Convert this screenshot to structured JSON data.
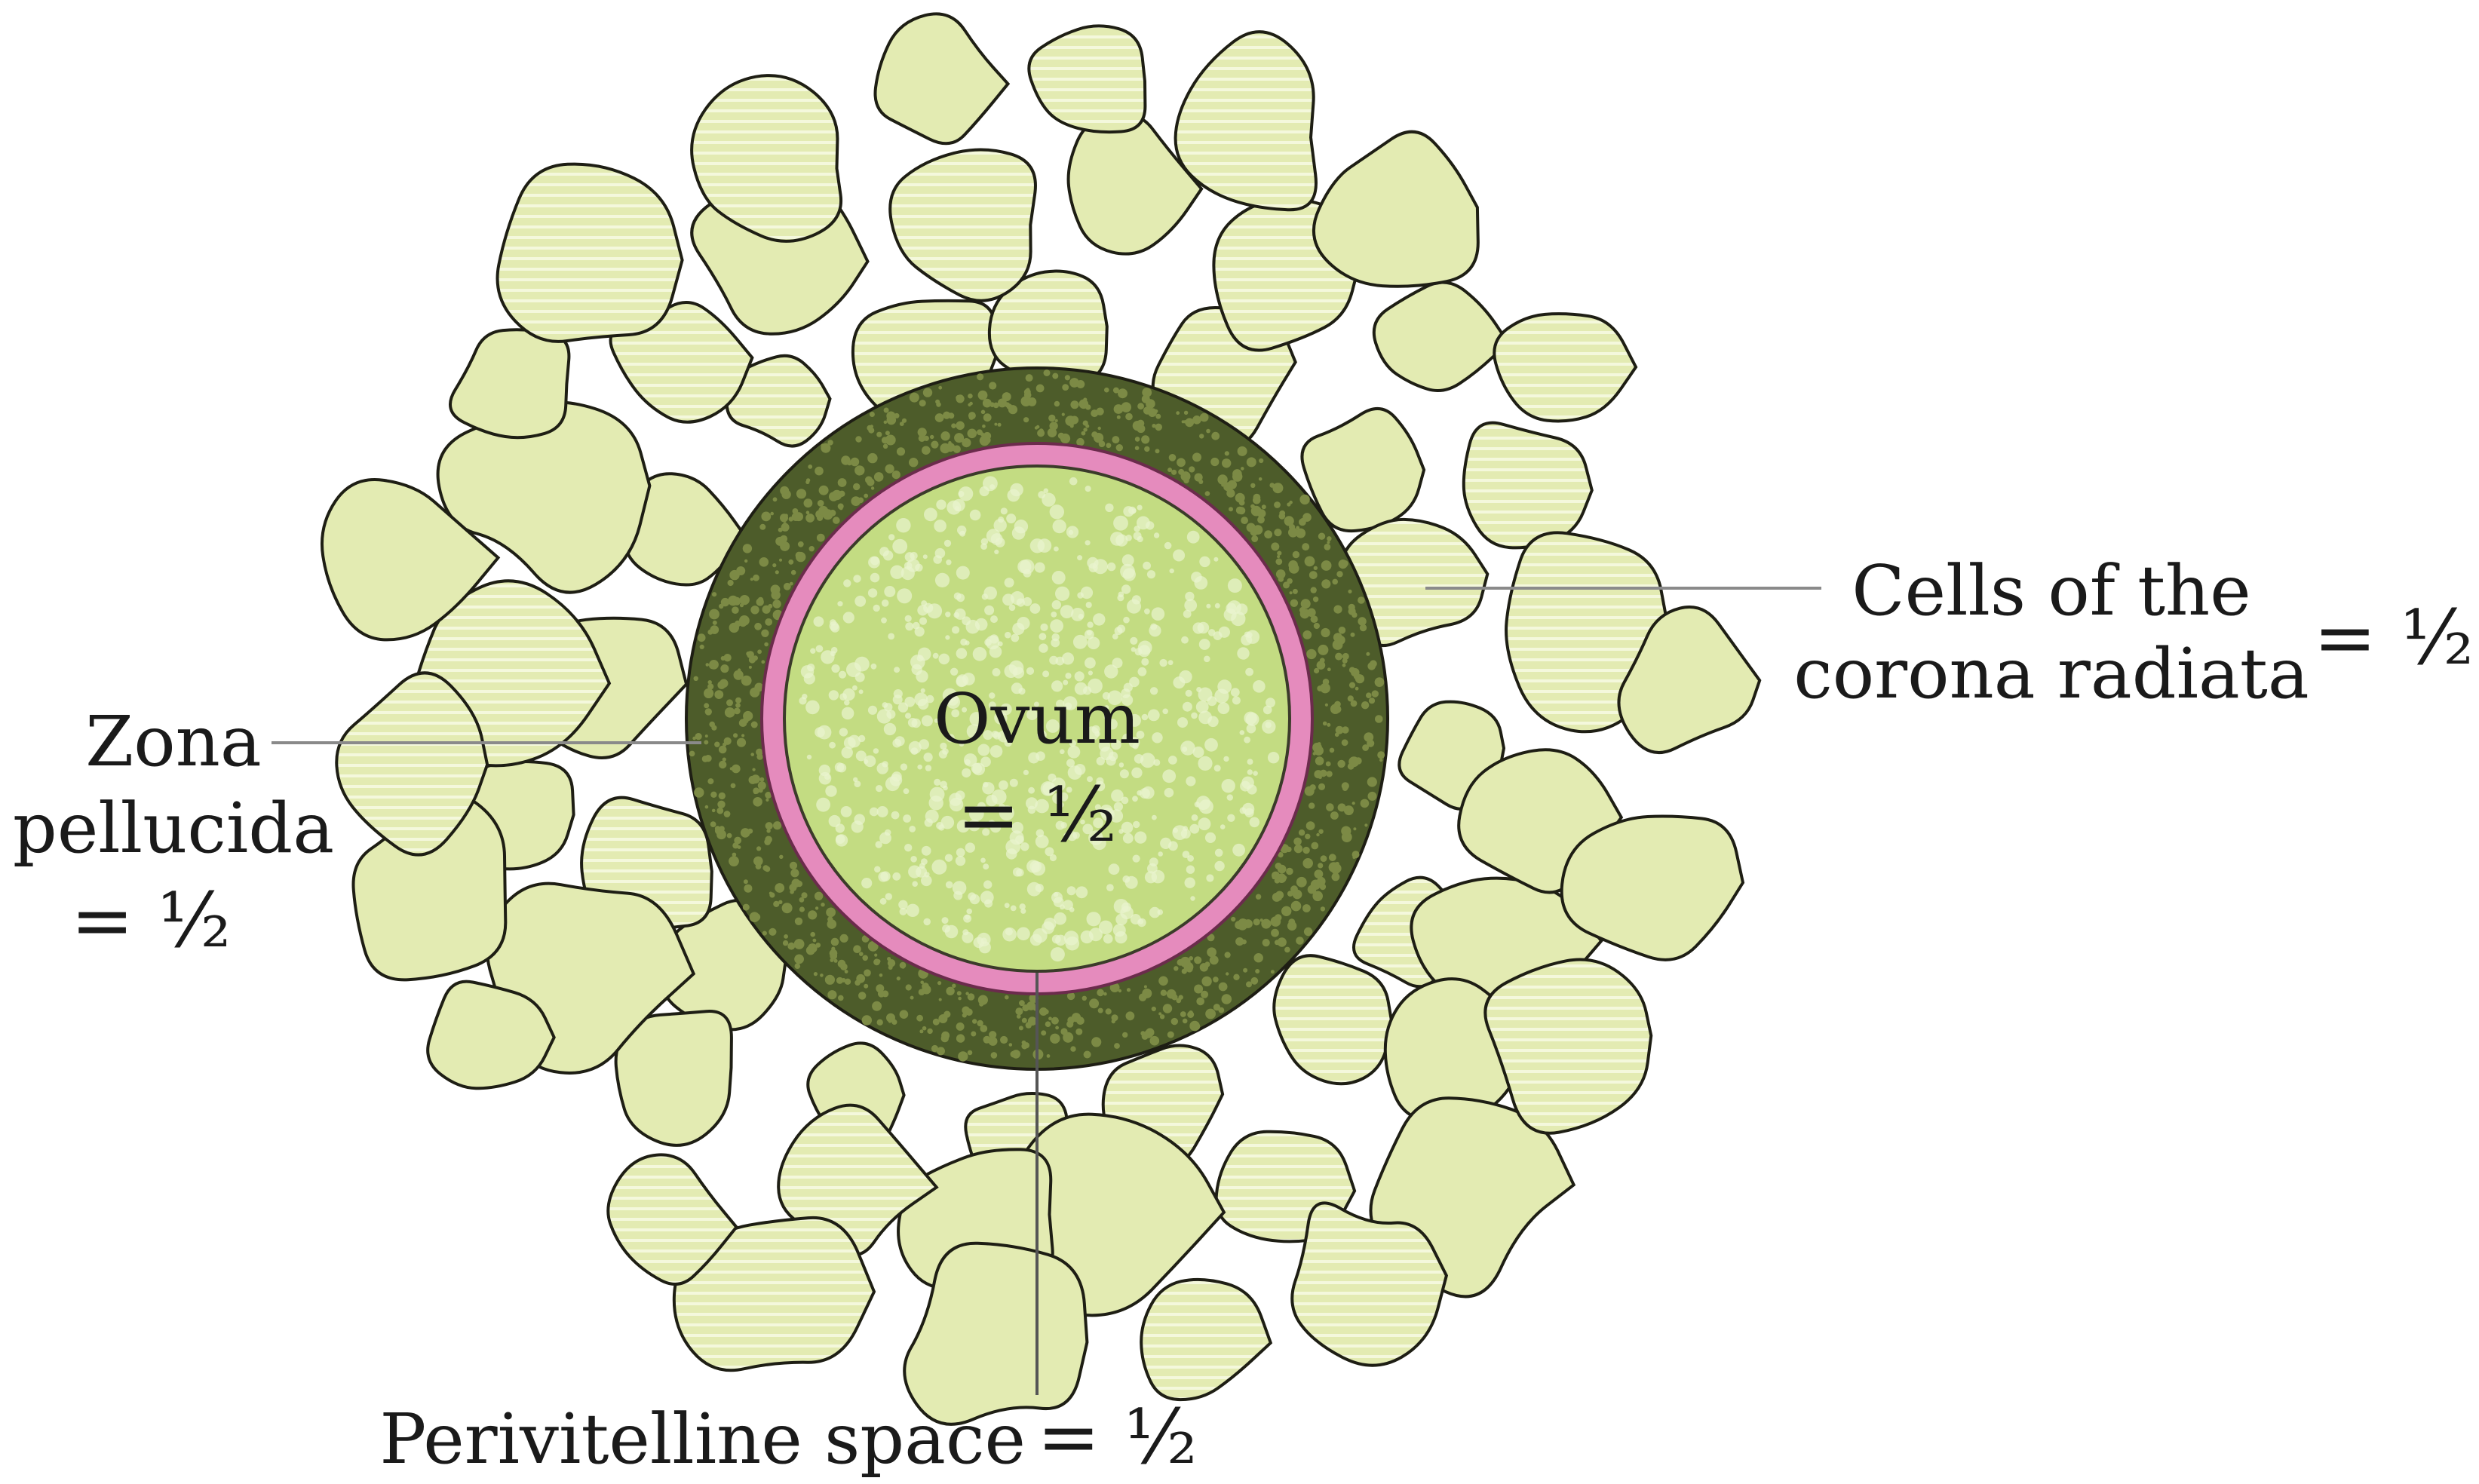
{
  "diagram": {
    "labels": {
      "ovum": {
        "name": "Ovum",
        "mark": "= ½"
      },
      "zona": {
        "line1": "Zona",
        "line2": "pellucida",
        "mark": "= ½"
      },
      "corona": {
        "line1": "Cells of the",
        "line2": "corona radiata",
        "mark": "= ½"
      },
      "perivitelline": {
        "name": "Perivitelline space",
        "mark": "= ½"
      }
    },
    "colors": {
      "corona_cell_fill": "#e3ebb2",
      "corona_cell_stroke": "#1e1e14",
      "zona_fill": "#4d5c2a",
      "zona_speckle": "#7c8a45",
      "perivitelline_ring": "#e58bbd",
      "ovum_fill": "#c3dc82",
      "ovum_speckle": "#eaf3cf",
      "leader_line": "#8a8a8a"
    }
  }
}
